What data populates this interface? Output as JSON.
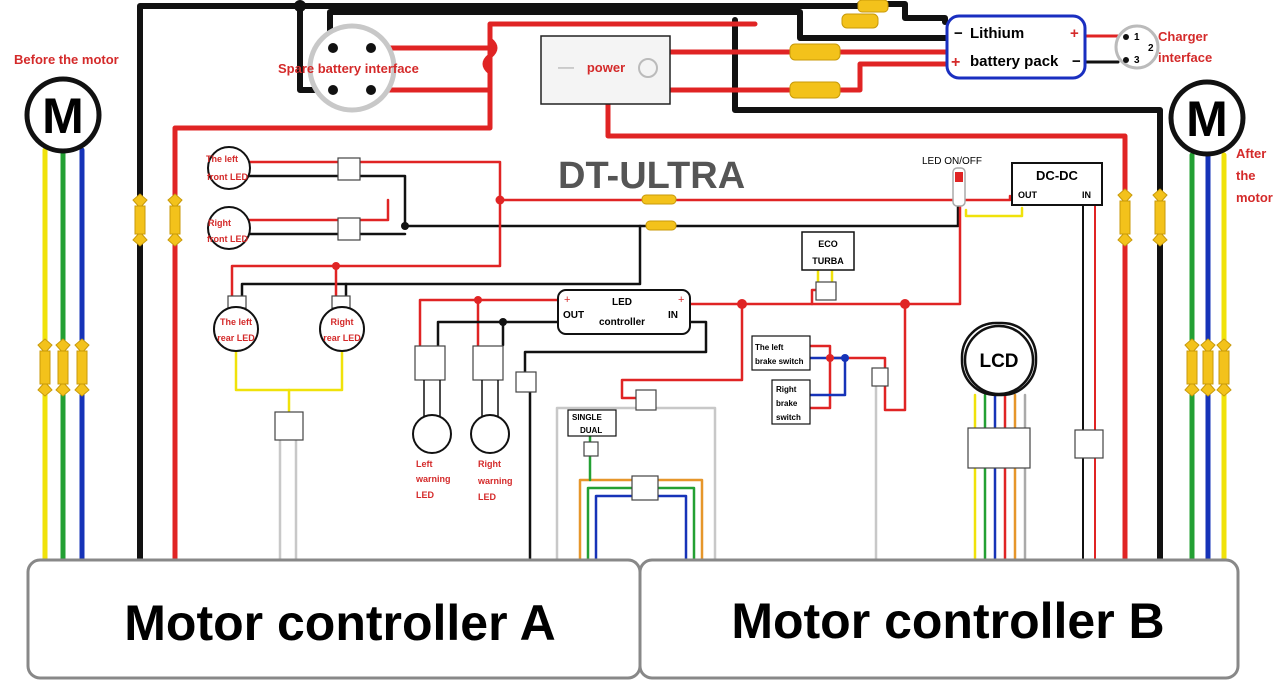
{
  "title": "DT-ULTRA",
  "colors": {
    "red_wire": "#e02424",
    "black_wire": "#111111",
    "yellow_wire": "#f0e20a",
    "green_wire": "#23a033",
    "blue_wire": "#1633b8",
    "gray_wire": "#c8c8c8",
    "orange_wire": "#e6962a",
    "connector": "#f3c21b",
    "label_red": "#d42a2a",
    "battery_border": "#1a2fc0"
  },
  "motors": {
    "left": {
      "symbol": "M",
      "label": "Before the motor"
    },
    "right": {
      "symbol": "M",
      "label_lines": [
        "After",
        "the",
        "motor"
      ]
    }
  },
  "battery": {
    "name": "Lithium",
    "name2": "battery pack",
    "minus": "−",
    "plus": "+",
    "minus_right": "−",
    "plus_right": "+"
  },
  "charger": {
    "label_lines": [
      "Charger",
      "interface"
    ],
    "pins": [
      "1",
      "2",
      "3"
    ]
  },
  "spare_battery": {
    "label": "Spare battery interface"
  },
  "power_switch": {
    "label": "power",
    "minus": "—"
  },
  "lights": {
    "left_front": [
      "The left",
      "front LED"
    ],
    "right_front": [
      "Right",
      "front LED"
    ],
    "left_rear": [
      "The left",
      "rear LED"
    ],
    "right_rear": [
      "Right",
      "rear LED"
    ],
    "left_warning": [
      "Left",
      "warning",
      "LED"
    ],
    "right_warning": [
      "Right",
      "warning",
      "LED"
    ]
  },
  "led_controller": {
    "label": "LED",
    "label2": "controller",
    "out": "OUT",
    "in": "IN",
    "plus": "+"
  },
  "led_onoff": {
    "label": "LED  ON/OFF"
  },
  "dcdc": {
    "title": "DC-DC",
    "out": "OUT",
    "in": "IN"
  },
  "eco_turba": {
    "line1": "ECO",
    "line2": "TURBA"
  },
  "brakes": {
    "left": [
      "The left",
      "brake switch"
    ],
    "right": [
      "Right",
      "brake",
      "switch"
    ]
  },
  "single_dual": {
    "line1": "SINGLE",
    "line2": "DUAL"
  },
  "lcd": {
    "label": "LCD"
  },
  "controllers": {
    "a": "Motor controller A",
    "b": "Motor controller B"
  }
}
